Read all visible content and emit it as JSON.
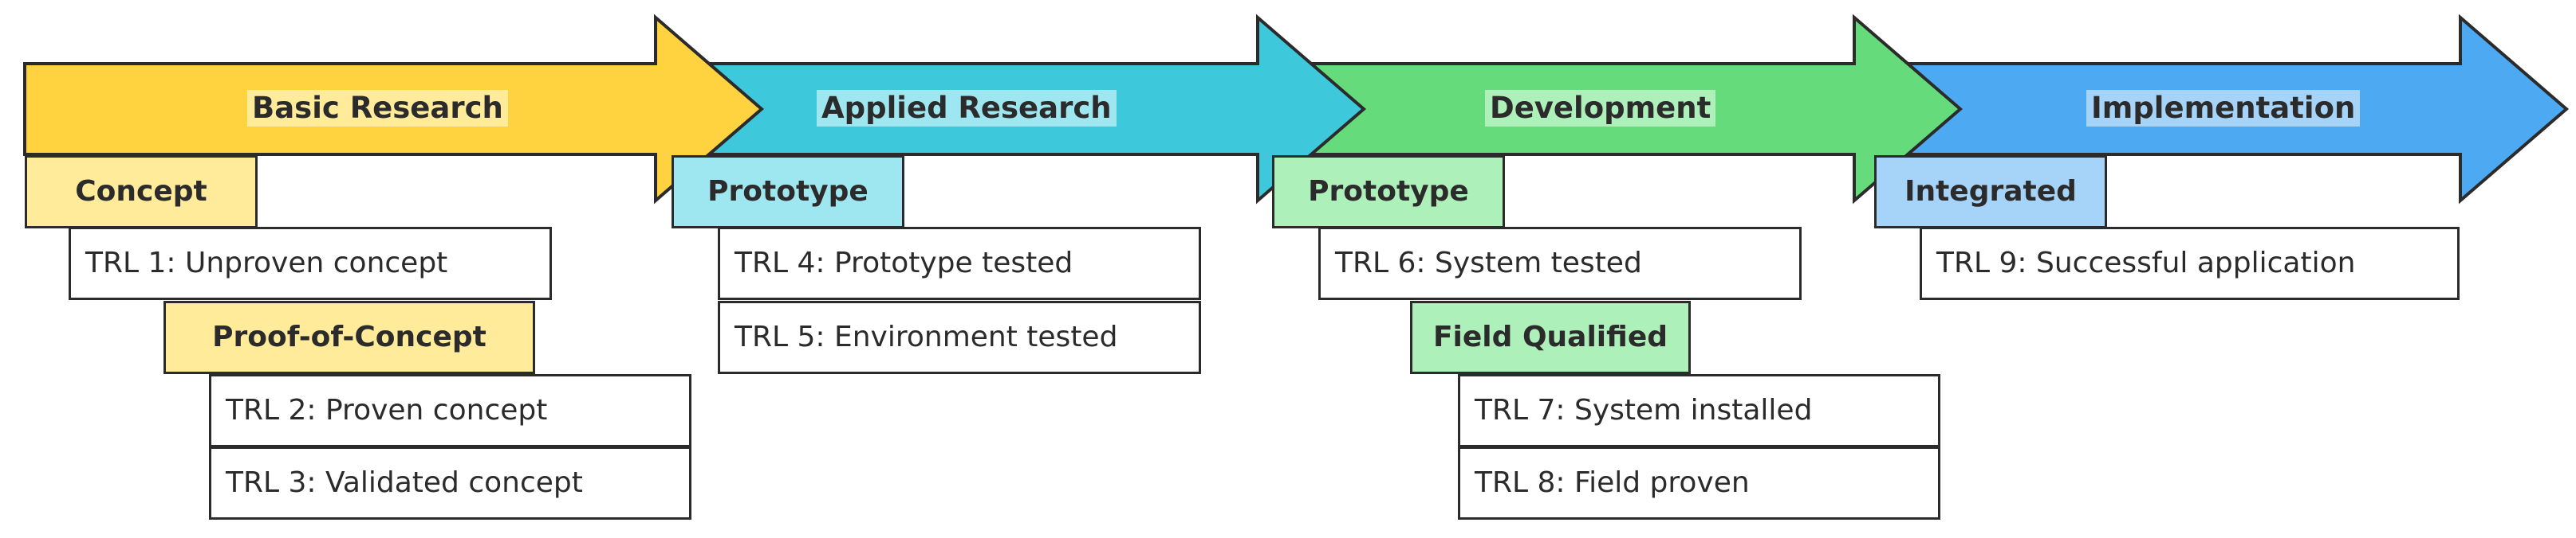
{
  "colors": {
    "basic_fill": "#FFD23F",
    "applied_fill": "#3EC8DC",
    "development_fill": "#66DB7C",
    "implementation_fill": "#4DA9F2",
    "basic_label_bg": "#FFEB99",
    "applied_label_bg": "#9EE6F0",
    "development_label_bg": "#AEF0BA",
    "implementation_label_bg": "#A6D3F8",
    "outline": "#2B2B2B"
  },
  "phases": {
    "basic": "Basic Research",
    "applied": "Applied Research",
    "development": "Development",
    "implementation": "Implementation"
  },
  "stages": {
    "concept": "Concept",
    "proof_of_concept": "Proof-of-Concept",
    "prototype_applied": "Prototype",
    "prototype_dev": "Prototype",
    "field_qualified": "Field Qualified",
    "integrated": "Integrated"
  },
  "trl": {
    "trl1": "TRL 1: Unproven concept",
    "trl2": "TRL 2: Proven concept",
    "trl3": "TRL 3: Validated concept",
    "trl4": "TRL 4: Prototype tested",
    "trl5": "TRL 5: Environment tested",
    "trl6": "TRL 6: System tested",
    "trl7": "TRL 7: System installed",
    "trl8": "TRL 8: Field proven",
    "trl9": "TRL 9: Successful application"
  }
}
